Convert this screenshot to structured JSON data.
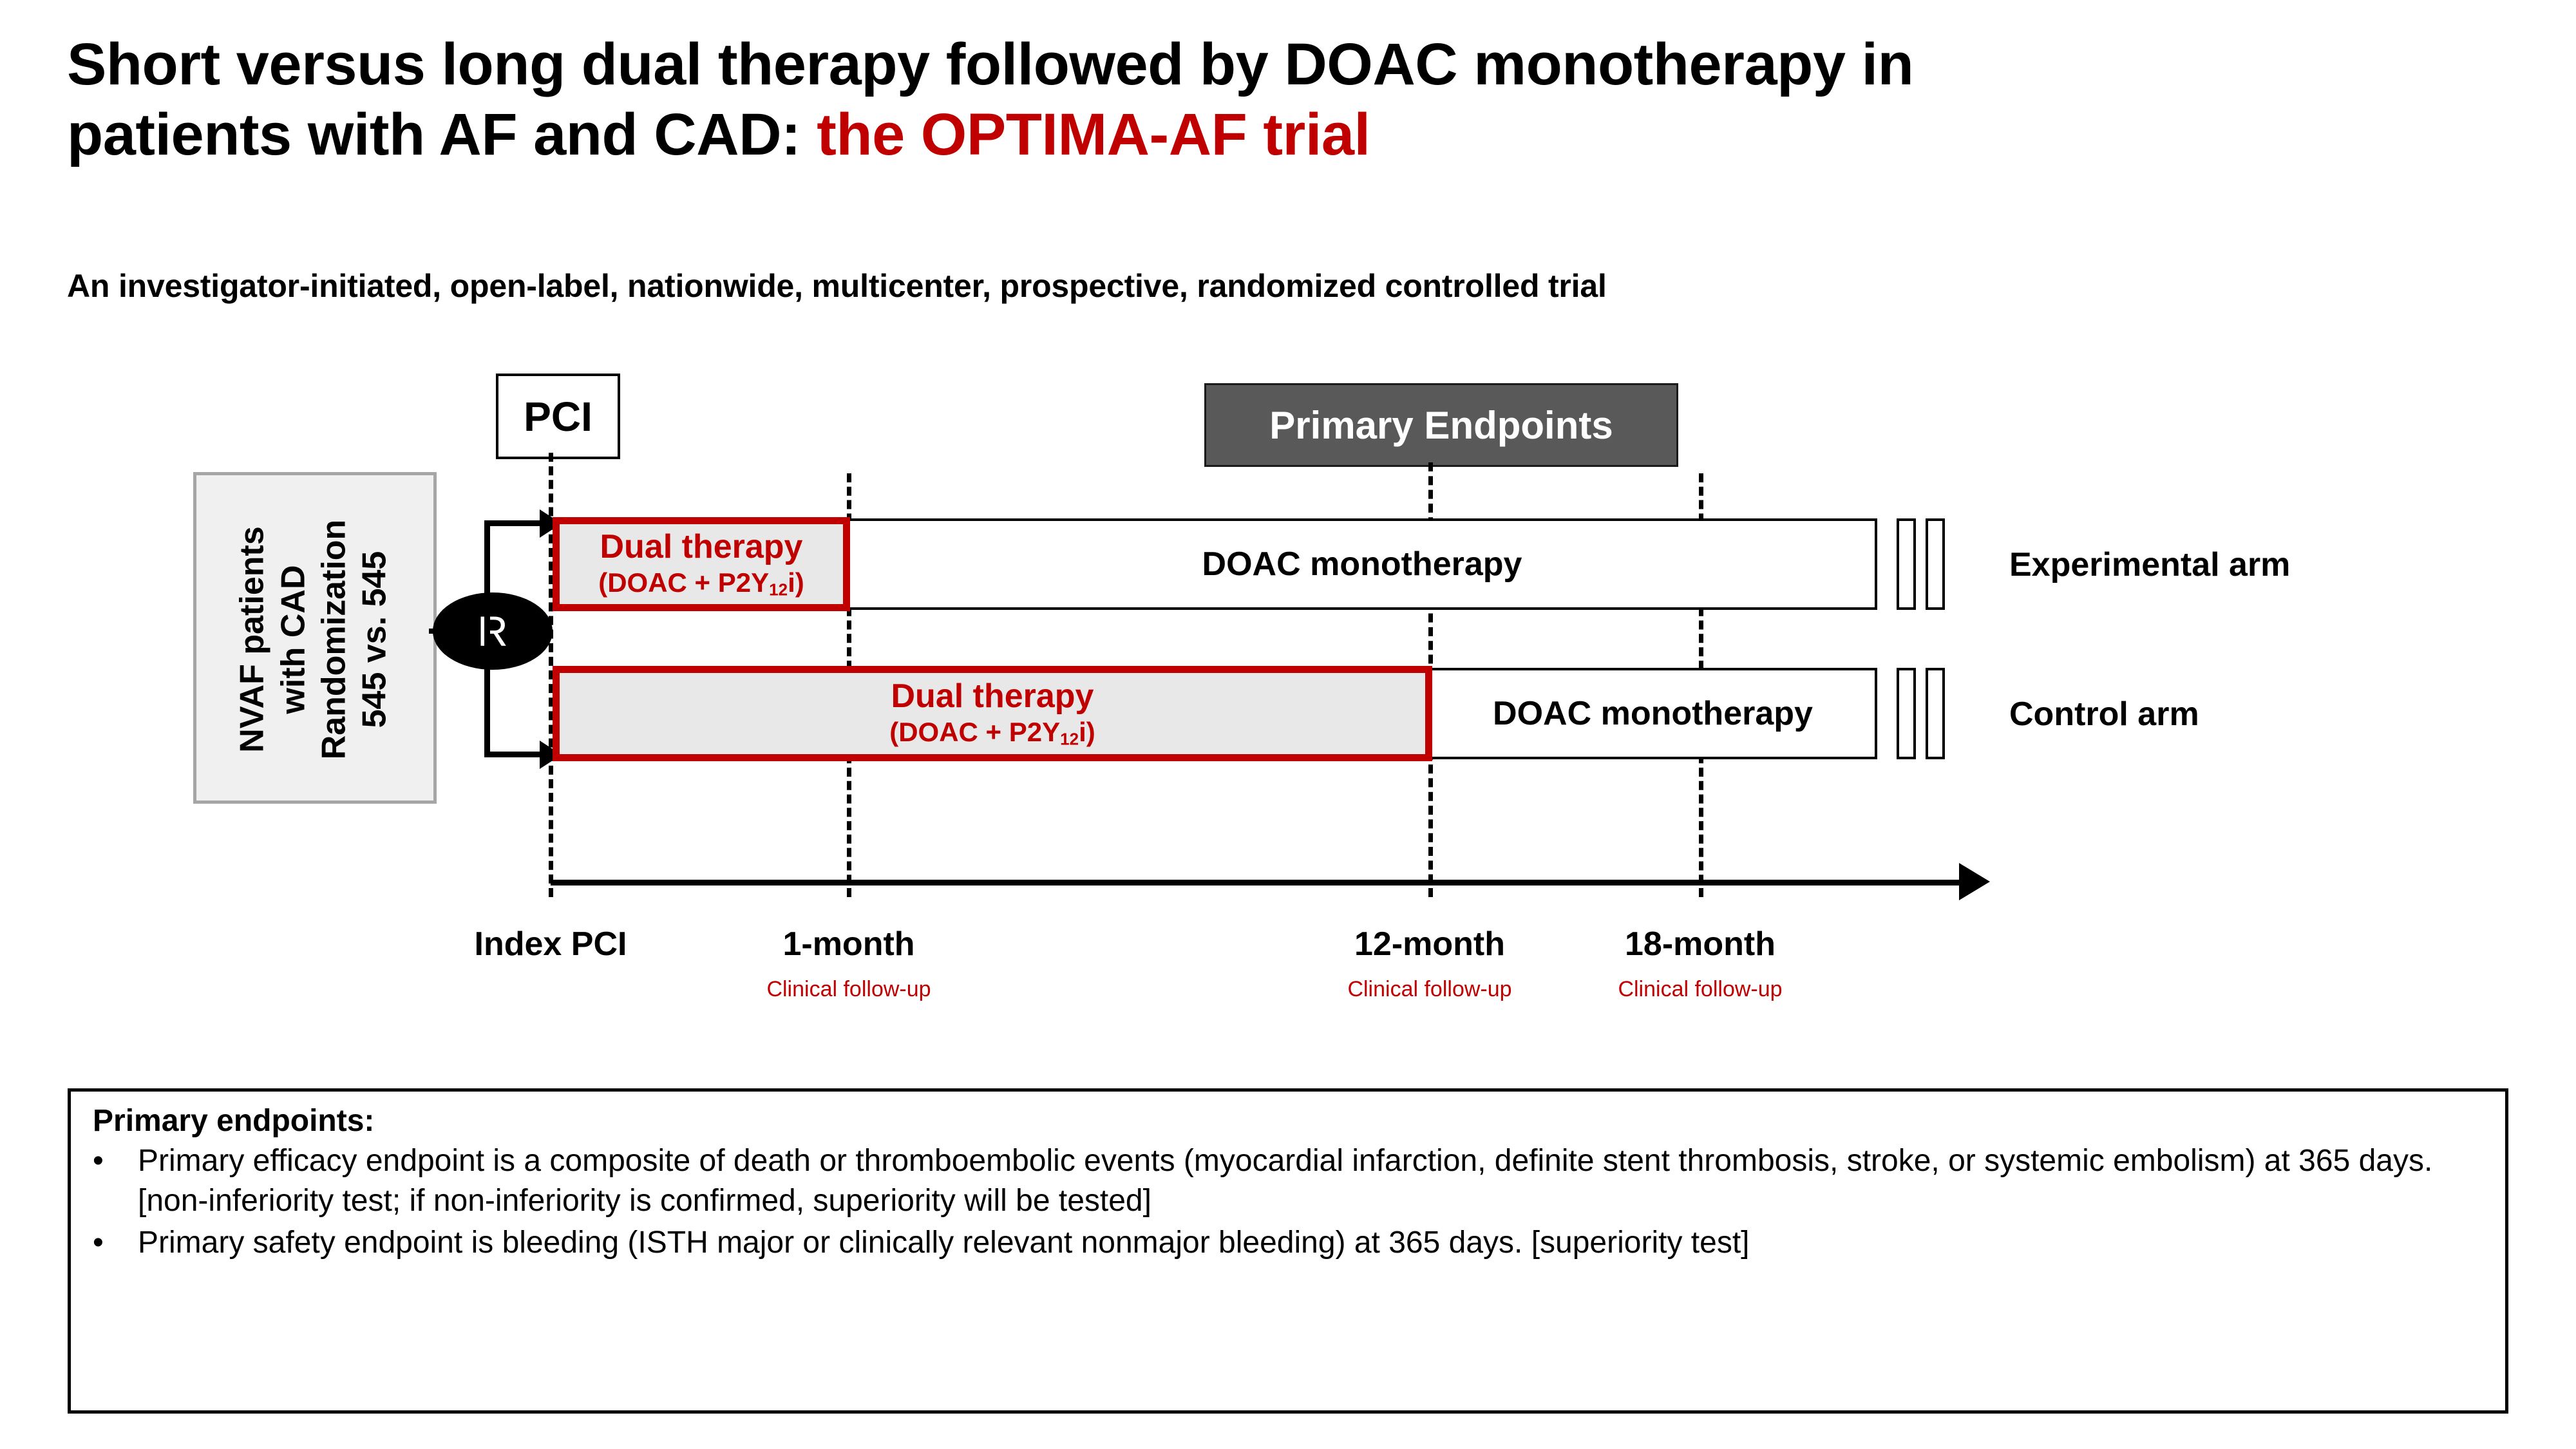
{
  "title": {
    "line1": "Short versus long dual therapy followed by DOAC monotherapy in",
    "line2_prefix": "patients with AF and CAD: ",
    "line2_trial": "the OPTIMA-AF trial",
    "subtitle": "An investigator-initiated, open-label, nationwide, multicenter, prospective, randomized controlled trial"
  },
  "diagram": {
    "pci_label": "PCI",
    "randomization": {
      "line1": "NVAF patients",
      "line2": "with CAD",
      "line3": "Randomization",
      "line4": "545 vs. 545",
      "full": "NVAF patients with CAD Randomization 545 vs. 545"
    },
    "randomize_marker": "R",
    "primary_endpoints_banner": "Primary Endpoints",
    "experimental_arm": {
      "label": "Experimental arm",
      "dual_therapy_title": "Dual therapy",
      "dual_therapy_detail_pre": "(DOAC + P2Y",
      "dual_therapy_detail_sub": "12",
      "dual_therapy_detail_post": "i)",
      "mono_label": "DOAC monotherapy"
    },
    "control_arm": {
      "label": "Control arm",
      "dual_therapy_title": "Dual therapy",
      "dual_therapy_detail_pre": "(DOAC + P2Y",
      "dual_therapy_detail_sub": "12",
      "dual_therapy_detail_post": "i)",
      "mono_label": "DOAC monotherapy"
    },
    "timeline": [
      {
        "main": "Index PCI",
        "sub": ""
      },
      {
        "main": "1-month",
        "sub": "Clinical follow-up"
      },
      {
        "main": "12-month",
        "sub": "Clinical follow-up"
      },
      {
        "main": "18-month",
        "sub": "Clinical follow-up"
      }
    ]
  },
  "endpoints_box": {
    "heading": "Primary endpoints:",
    "bullet_glyph": "•",
    "items": [
      "Primary efficacy endpoint is a composite of death or thromboembolic events (myocardial infarction, definite stent thrombosis, stroke, or systemic embolism) at 365 days. [non-inferiority test; if non-inferiority is confirmed, superiority will be tested]",
      "Primary safety endpoint is bleeding (ISTH major or clinically relevant nonmajor bleeding) at 365 days. [superiority test]"
    ]
  },
  "colors": {
    "trial_red": "#C00000",
    "banner_gray": "#595959",
    "box_fill_gray": "#F0F0F0",
    "bar_fill_gray": "#E8E8E8"
  }
}
